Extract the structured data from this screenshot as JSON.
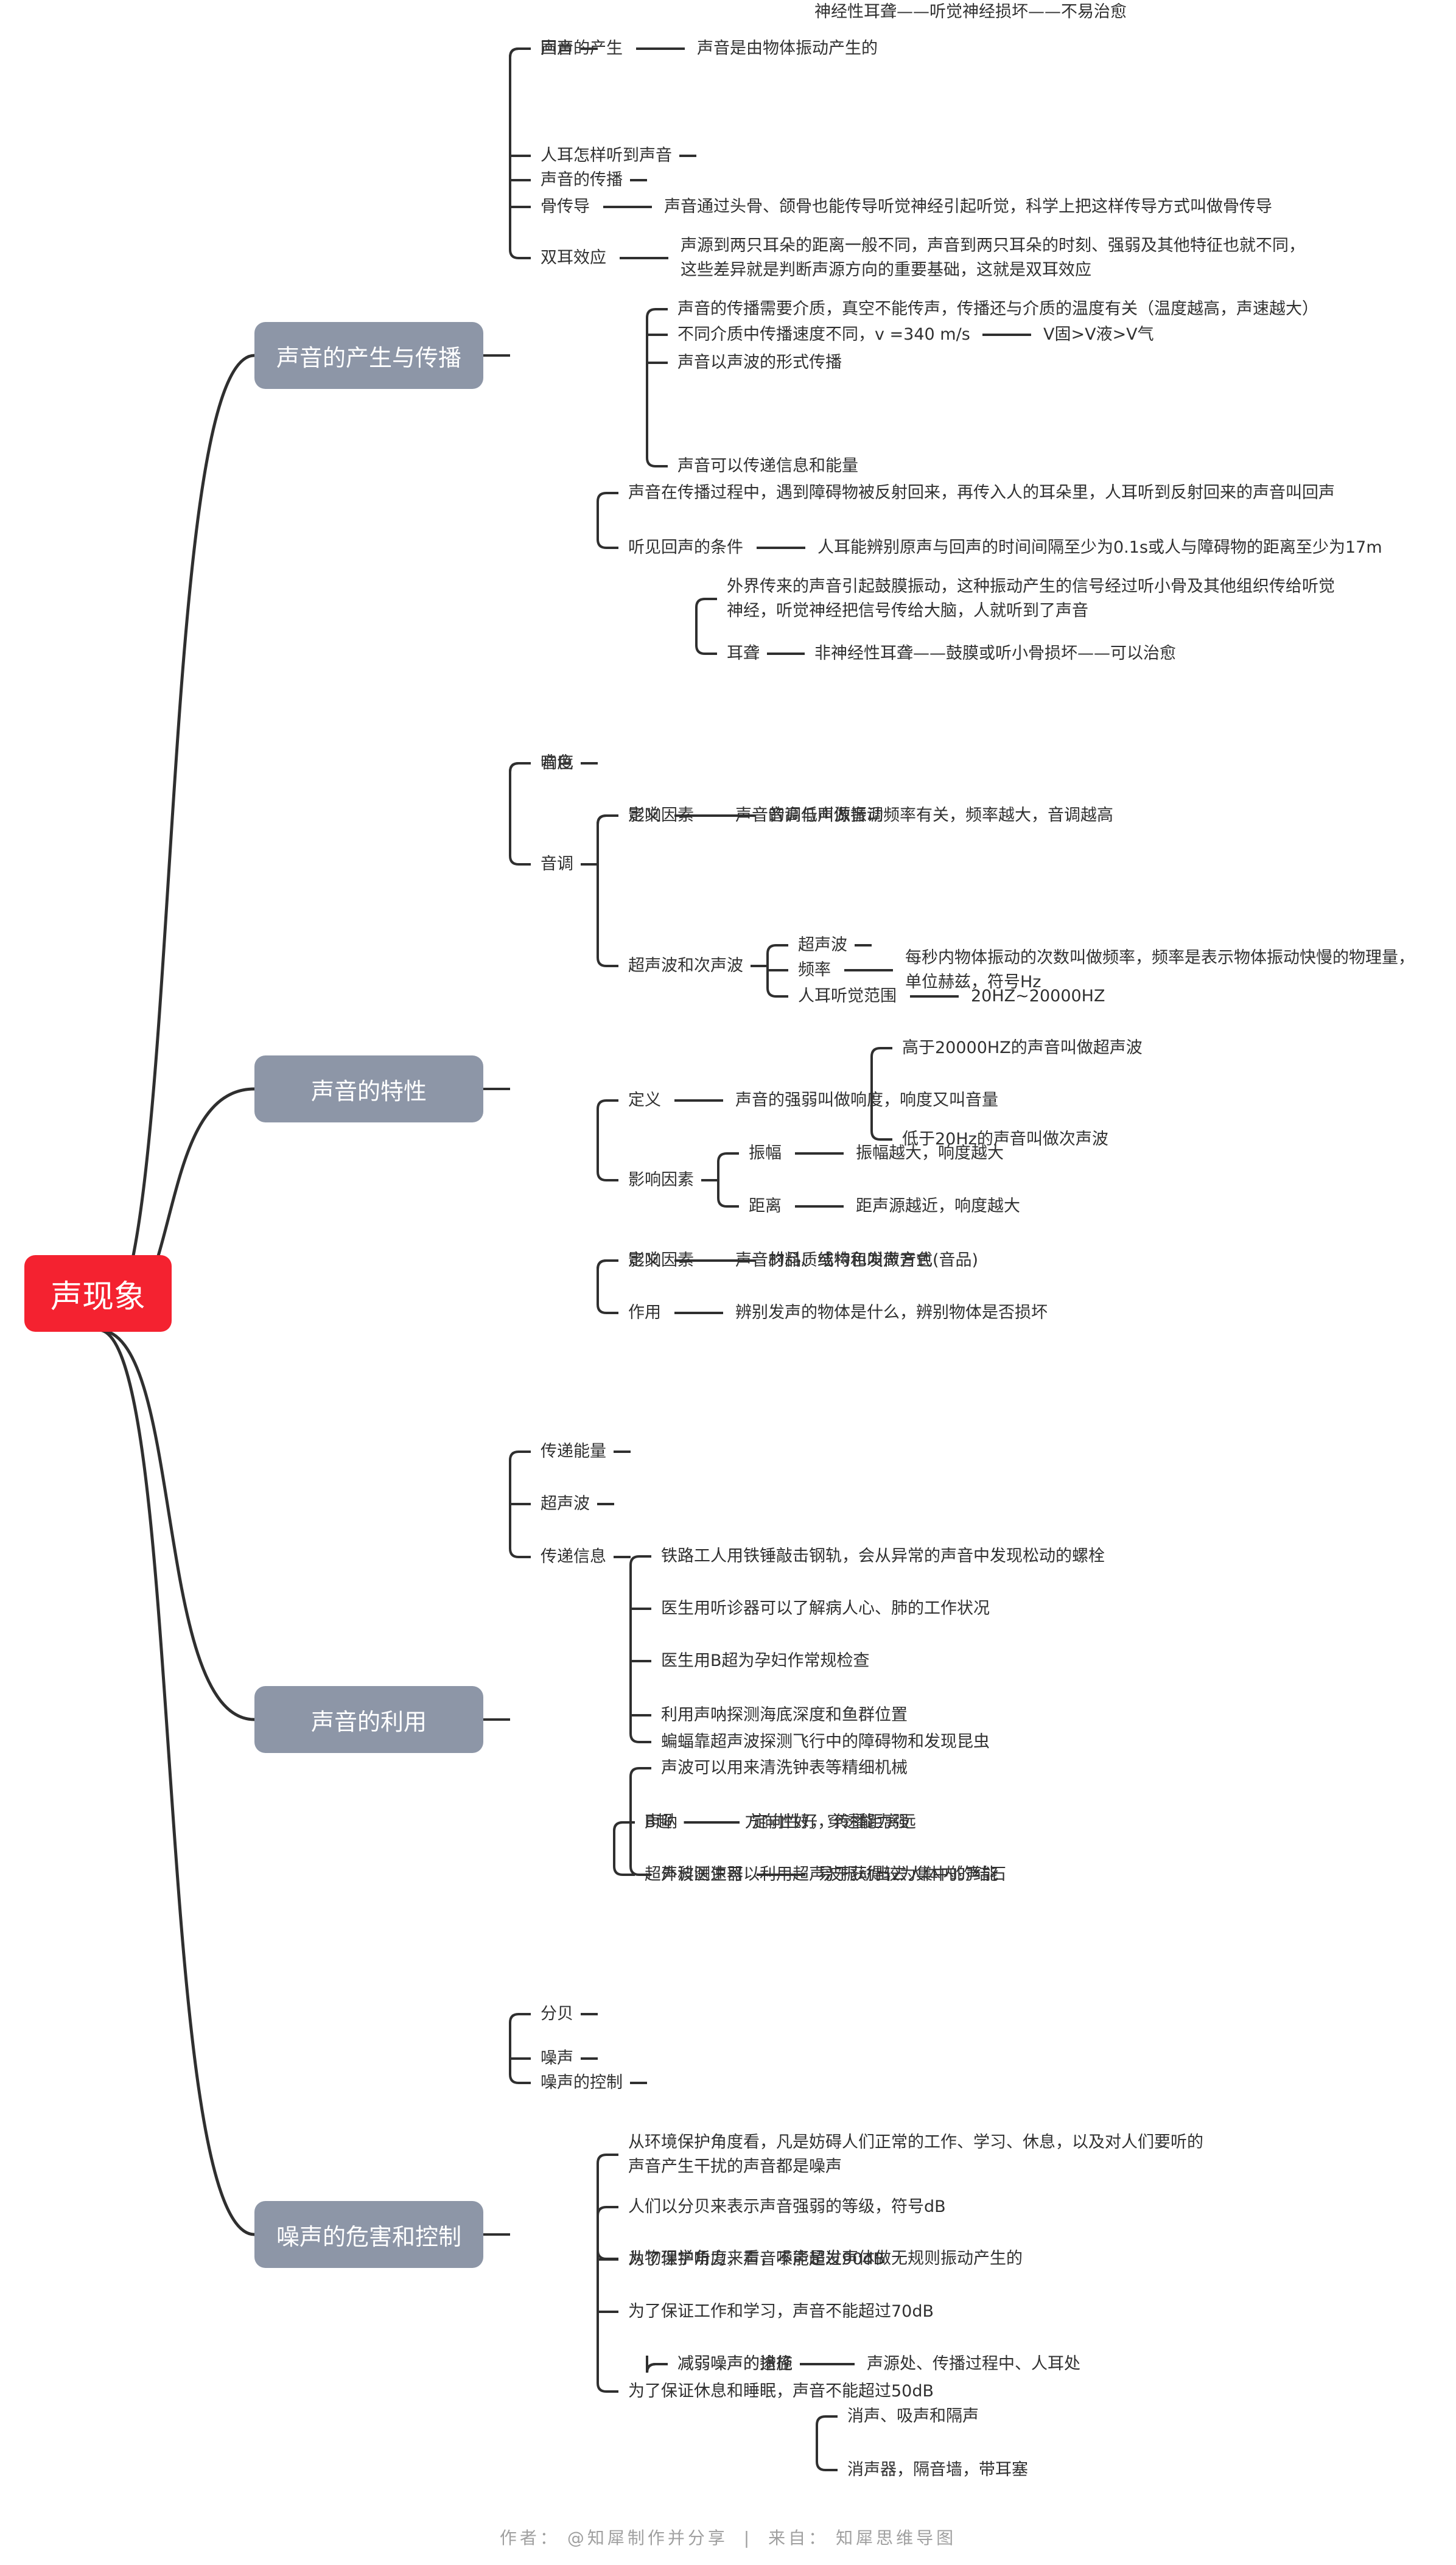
{
  "root": "声现象",
  "branches": [
    {
      "label": "声音的产生与传播",
      "children": [
        {
          "label": "声音的产生",
          "children": [
            {
              "label": "声音是由物体振动产生的"
            }
          ]
        },
        {
          "label": "声音的传播",
          "children": [
            {
              "label": "声音的传播需要介质，真空不能传声，传播还与介质的温度有关（温度越高，声速越大）"
            },
            {
              "label": "声音以声波的形式传播"
            },
            {
              "label": "不同介质中传播速度不同，v =340 m/s",
              "children": [
                {
                  "label": "V固>V液>V气"
                }
              ]
            },
            {
              "label": "声音可以传递信息和能量"
            }
          ]
        },
        {
          "label": "回声",
          "children": [
            {
              "label": "声音在传播过程中，遇到障碍物被反射回来，再传入人的耳朵里，人耳听到反射回来的声音叫回声"
            },
            {
              "label": "听见回声的条件",
              "children": [
                {
                  "label": "人耳能辨别原声与回声的时间间隔至少为0.1s或人与障碍物的距离至少为17m"
                }
              ]
            }
          ]
        },
        {
          "label": "人耳怎样听到声音",
          "children": [
            {
              "label": "外界传来的声音引起鼓膜振动，这种振动产生的信号经过听小骨及其他组织传给听觉\n神经，听觉神经把信号传给大脑，人就听到了声音"
            },
            {
              "label": "耳聋",
              "children": [
                {
                  "label": "非神经性耳聋——鼓膜或听小骨损坏——可以治愈"
                },
                {
                  "label": "神经性耳聋——听觉神经损坏——不易治愈"
                }
              ]
            }
          ]
        },
        {
          "label": "骨传导",
          "children": [
            {
              "label": "声音通过头骨、颌骨也能传导听觉神经引起听觉，科学上把这样传导方式叫做骨传导"
            }
          ]
        },
        {
          "label": "双耳效应",
          "children": [
            {
              "label": "声源到两只耳朵的距离一般不同，声音到两只耳朵的时刻、强弱及其他特征也就不同，\n这些差异就是判断声源方向的重要基础，这就是双耳效应"
            }
          ]
        }
      ]
    },
    {
      "label": "声音的特性",
      "children": [
        {
          "label": "音调",
          "children": [
            {
              "label": "定义",
              "children": [
                {
                  "label": "声音的高低叫做音调"
                }
              ]
            },
            {
              "label": "影响因素",
              "children": [
                {
                  "label": "音调与声源振动频率有关，频率越大，音调越高"
                }
              ]
            },
            {
              "label": "超声波和次声波",
              "children": [
                {
                  "label": "频率",
                  "children": [
                    {
                      "label": "每秒内物体振动的次数叫做频率，频率是表示物体振动快慢的物理量，\n单位赫兹，符号Hz"
                    }
                  ]
                },
                {
                  "label": "超声波",
                  "children": [
                    {
                      "label": "高于20000HZ的声音叫做超声波"
                    },
                    {
                      "label": "低于20Hz的声音叫做次声波"
                    }
                  ]
                },
                {
                  "label": "人耳听觉范围",
                  "children": [
                    {
                      "label": "20HZ~20000HZ"
                    }
                  ]
                }
              ]
            }
          ]
        },
        {
          "label": "响度",
          "children": [
            {
              "label": "定义",
              "children": [
                {
                  "label": "声音的强弱叫做响度，响度又叫音量"
                }
              ]
            },
            {
              "label": "影响因素",
              "children": [
                {
                  "label": "振幅",
                  "children": [
                    {
                      "label": "振幅越大，响度越大"
                    }
                  ]
                },
                {
                  "label": "距离",
                  "children": [
                    {
                      "label": "距声源越近，响度越大"
                    }
                  ]
                }
              ]
            }
          ]
        },
        {
          "label": "音色",
          "children": [
            {
              "label": "定义",
              "children": [
                {
                  "label": "声音的品质或特色叫做音色(音品)"
                }
              ]
            },
            {
              "label": "影响因素",
              "children": [
                {
                  "label": "材料、结构和发声方式"
                }
              ]
            },
            {
              "label": "作用",
              "children": [
                {
                  "label": "辨别发声的物体是什么，辨别物体是否损坏"
                }
              ]
            }
          ]
        }
      ]
    },
    {
      "label": "声音的利用",
      "children": [
        {
          "label": "传递信息",
          "children": [
            {
              "label": "铁路工人用铁锤敲击钢轨，会从异常的声音中发现松动的螺栓"
            },
            {
              "label": "医生用听诊器可以了解病人心、肺的工作状况"
            },
            {
              "label": "医生用B超为孕妇作常规检查"
            },
            {
              "label": "蝙蝠靠超声波探测飞行中的障碍物和发现昆虫"
            },
            {
              "label": "利用声呐探测海底深度和鱼群位置"
            }
          ]
        },
        {
          "label": "传递能量",
          "children": [
            {
              "label": "声波可以用来清洗钟表等精细机械"
            },
            {
              "label": "外科医生可以利用超声波振动出去人体内的结石"
            }
          ]
        },
        {
          "label": "超声波",
          "children": [
            {
              "label": "声呐",
              "children": [
                {
                  "label": "定向性好，传播距离远"
                }
              ]
            },
            {
              "label": "B超",
              "children": [
                {
                  "label": "方向性好，穿透能力强"
                }
              ]
            },
            {
              "label": "超声波测速器",
              "children": [
                {
                  "label": "易于获得较为集中的声能"
                }
              ]
            }
          ]
        }
      ]
    },
    {
      "label": "噪声的危害和控制",
      "children": [
        {
          "label": "噪声",
          "children": [
            {
              "label": "从物理学角度来看，噪声是发声体做无规则振动产生的"
            },
            {
              "label": "从环境保护角度看，凡是妨碍人们正常的工作、学习、休息，以及对人们要听的\n声音产生干扰的声音都是噪声"
            }
          ]
        },
        {
          "label": "分贝",
          "children": [
            {
              "label": "人们以分贝来表示声音强弱的等级，符号dB"
            },
            {
              "label": "为了保护听力，声音不能超过90dB"
            },
            {
              "label": "为了保证工作和学习，声音不能超过70dB"
            },
            {
              "label": "为了保证休息和睡眠，声音不能超过50dB"
            }
          ]
        },
        {
          "label": "噪声的控制",
          "children": [
            {
              "label": "减弱噪声的途径",
              "children": [
                {
                  "label": "声源处、传播过程中、人耳处"
                }
              ]
            },
            {
              "label": "减弱噪声的措施",
              "children": [
                {
                  "label": "消声、吸声和隔声"
                },
                {
                  "label": "消声器，隔音墙，带耳塞"
                }
              ]
            }
          ]
        }
      ]
    }
  ],
  "footer": {
    "author_label": "作者：",
    "author": "@知犀制作并分享",
    "separator": "|",
    "source_label": "来自：",
    "source": "知犀思维导图"
  },
  "colors": {
    "root": "#f42230",
    "branch": "#8d96a7",
    "line": "#2f2f2f",
    "text": "#303030",
    "footer": "#a0a0a0"
  }
}
